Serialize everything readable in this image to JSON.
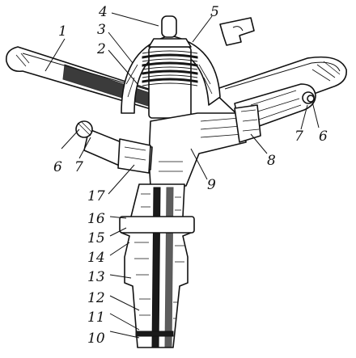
{
  "figure": {
    "callouts": [
      {
        "id": "c1",
        "label": "1"
      },
      {
        "id": "c2",
        "label": "2"
      },
      {
        "id": "c3",
        "label": "3"
      },
      {
        "id": "c4",
        "label": "4"
      },
      {
        "id": "c5",
        "label": "5"
      },
      {
        "id": "c6a",
        "label": "6"
      },
      {
        "id": "c7a",
        "label": "7"
      },
      {
        "id": "c6b",
        "label": "6"
      },
      {
        "id": "c7b",
        "label": "7"
      },
      {
        "id": "c8",
        "label": "8"
      },
      {
        "id": "c9",
        "label": "9"
      },
      {
        "id": "c10",
        "label": "10"
      },
      {
        "id": "c11",
        "label": "11"
      },
      {
        "id": "c12",
        "label": "12"
      },
      {
        "id": "c13",
        "label": "13"
      },
      {
        "id": "c14",
        "label": "14"
      },
      {
        "id": "c15",
        "label": "15"
      },
      {
        "id": "c16",
        "label": "16"
      },
      {
        "id": "c17",
        "label": "17"
      }
    ]
  }
}
